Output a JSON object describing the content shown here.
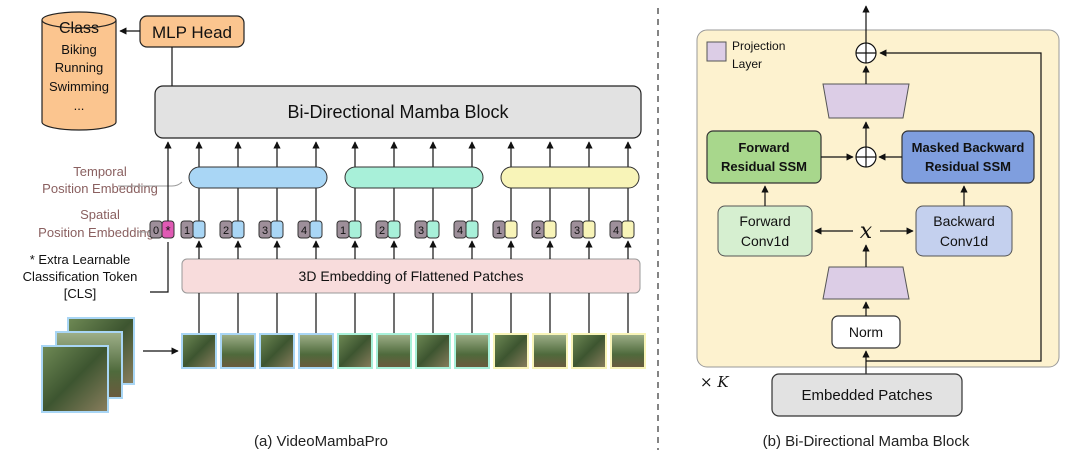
{
  "panel_a": {
    "class_box": {
      "title": "Class",
      "items": [
        "Biking",
        "Running",
        "Swimming",
        "..."
      ]
    },
    "mlp_head": "MLP Head",
    "mamba_block": "Bi-Directional Mamba Block",
    "temporal_label": [
      "Temporal",
      "Position Embedding"
    ],
    "spatial_label": [
      "Spatial",
      "Position Embedding"
    ],
    "cls_note": [
      "* Extra Learnable",
      "Classification Token",
      "[CLS]"
    ],
    "embedding_box": "3D Embedding of Flattened Patches",
    "cls_token": {
      "index": "0",
      "star": "*"
    },
    "patch_indices": [
      "1",
      "2",
      "3",
      "4"
    ],
    "caption": "(a) VideoMambaPro"
  },
  "panel_b": {
    "projection_legend": [
      "Projection",
      "Layer"
    ],
    "forward_ssm": [
      "Forward",
      "Residual SSM"
    ],
    "backward_ssm": [
      "Masked Backward",
      "Residual SSM"
    ],
    "forward_conv": [
      "Forward",
      "Conv1d"
    ],
    "backward_conv": [
      "Backward",
      "Conv1d"
    ],
    "x_symbol": "x",
    "norm": "Norm",
    "repeat": "× K",
    "embedded_patches": "Embedded Patches",
    "caption": "(b) Bi-Directional Mamba Block"
  },
  "colors": {
    "class_fill": "#fbc58f",
    "mlp_fill": "#fbc58f",
    "mamba_fill": "#e2e2e2",
    "embed_fill": "#f8dcdc",
    "blue": "#a9d6f5",
    "green": "#a8f0d9",
    "yellow": "#f8f4b8",
    "token_gray": "#9e8f9a",
    "cls_pink": "#e05ab4",
    "panel_b_bg": "#fdf2cf",
    "forward_ssm": "#a8d78c",
    "backward_ssm": "#7f9ede",
    "conv_green": "#d6efd0",
    "conv_blue": "#c4d0ee",
    "projection": "#dccde6",
    "label_brown": "#8a6060"
  }
}
